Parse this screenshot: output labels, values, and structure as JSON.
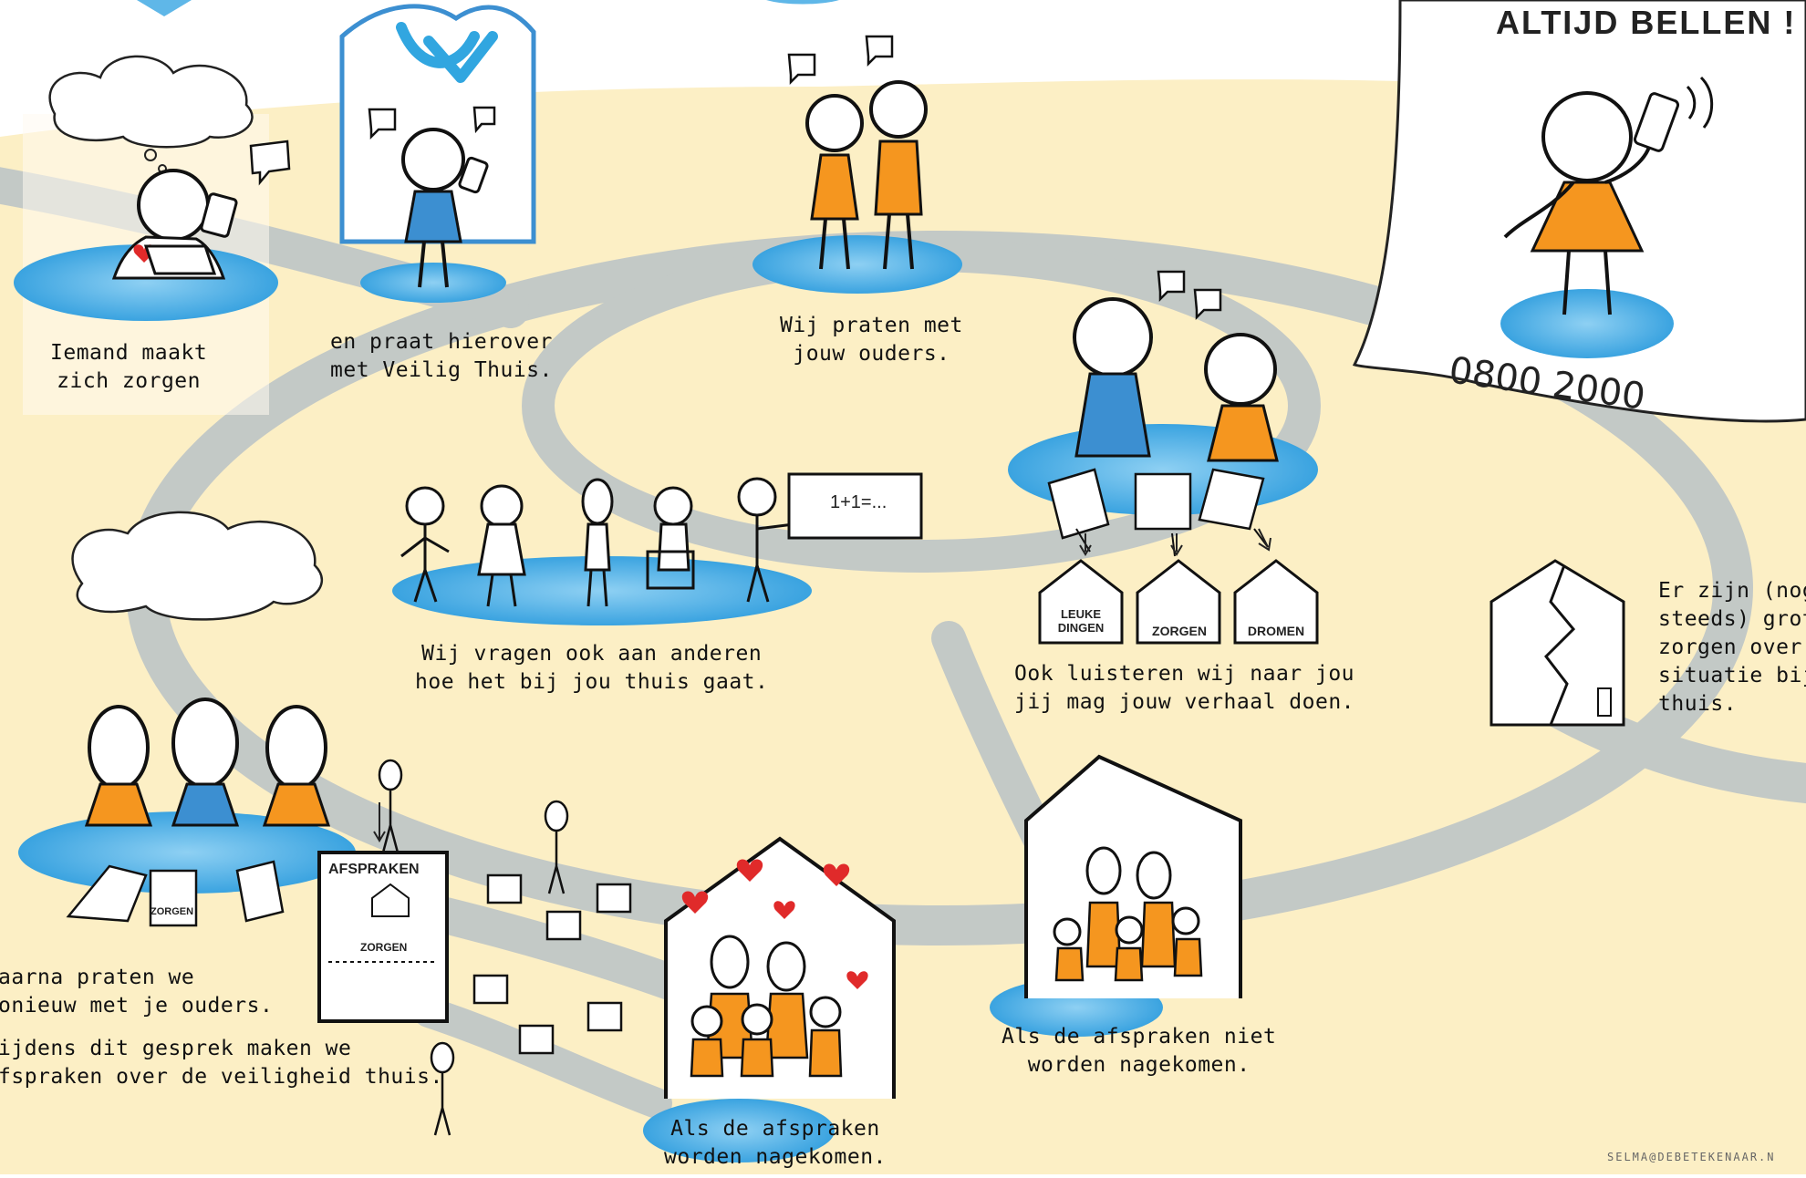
{
  "poster": {
    "call_text": "ALTIJD BELLEN !",
    "phone_number": "0800 2000",
    "signature": "SELMA@DEBETEKENAAR.N"
  },
  "steps": [
    {
      "id": "iemand",
      "text": "Iemand maakt\nzich zorgen"
    },
    {
      "id": "veilig-thuis",
      "text": "en praat hierover\nmet Veilig Thuis."
    },
    {
      "id": "ouders",
      "text": "Wij praten met\njouw ouders."
    },
    {
      "id": "anderen",
      "text": "Wij vragen ook aan anderen\nhoe het bij jou thuis gaat."
    },
    {
      "id": "luisteren",
      "text": "Ook luisteren wij naar jou\njij mag jouw verhaal doen."
    },
    {
      "id": "grote-zorgen",
      "text": "Er zijn (nog\nsteeds) grot\nzorgen over\nsituatie bij j\nthuis."
    },
    {
      "id": "opnieuw",
      "text": "aarna praten we\nonieuw met je ouders."
    },
    {
      "id": "afspraken-veiligheid",
      "text": "ijdens dit gesprek maken we\nfspraken over de veiligheid thuis."
    },
    {
      "id": "nagekomen",
      "text": "Als de afspraken\nworden nagekomen."
    },
    {
      "id": "niet-nagekomen",
      "text": "Als de afspraken niet\nworden nagekomen."
    }
  ],
  "house_labels": {
    "leuke_dingen": "LEUKE\nDINGEN",
    "zorgen": "ZORGEN",
    "dromen": "DROMEN"
  },
  "sheet_labels": {
    "zorgen": "ZORGEN",
    "afspraken": "AFSPRAKEN",
    "afspraken_zorgen": "ZORGEN"
  },
  "board_text": "1+1=...",
  "colors": {
    "background": "#fcefc5",
    "road": "#c3c9c6",
    "water": "#54b4e4",
    "orange": "#f5961f",
    "blue": "#3c8fd1",
    "ink": "#111111",
    "heart": "#e02a2a"
  }
}
